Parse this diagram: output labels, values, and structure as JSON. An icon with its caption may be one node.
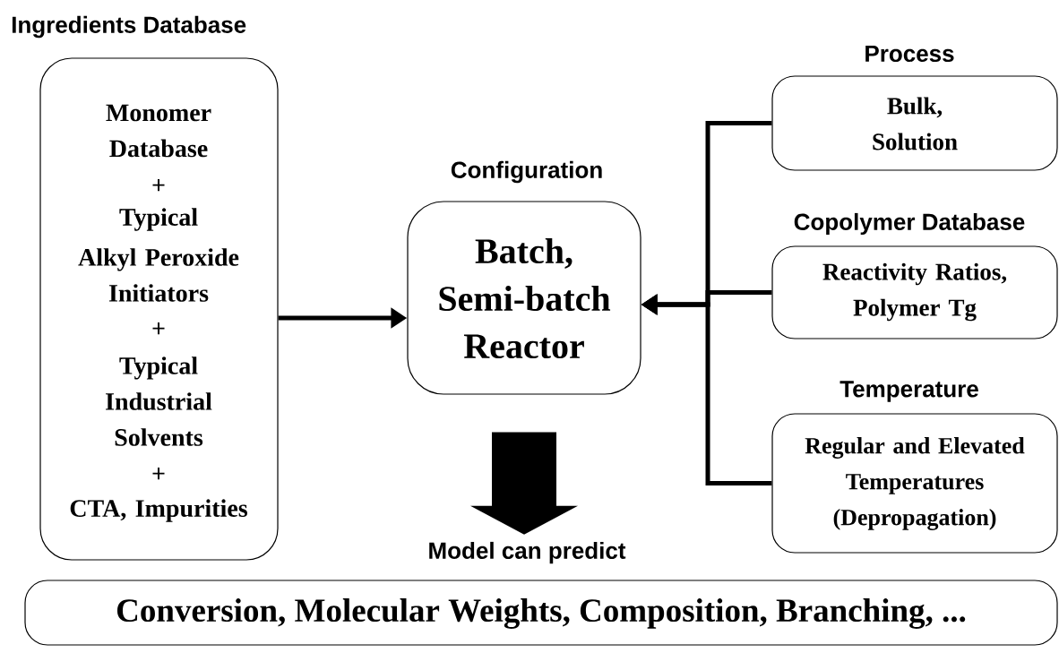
{
  "diagram": {
    "nodes": [
      {
        "text": [
          "Ingredients Database",
          "Monomer Database",
          "+",
          "Typical",
          "Alkyl Peroxide Initiators",
          "+",
          "Typical Industrial Solvents",
          "+",
          "CTA, Impurities"
        ]
      },
      {
        "text": [
          "Configuration",
          "Batch, Semi-batch Reactor"
        ]
      },
      {
        "text": [
          "Process",
          "Bulk, Solution"
        ]
      },
      {
        "text": [
          "Copolymer Database",
          "Reactivity Ratios, Polymer Tg"
        ]
      },
      {
        "text": [
          "Temperature",
          "Regular and Elevated Temperatures (Depropagation)"
        ]
      },
      {
        "text": [
          "Model can predict",
          "Conversion, Molecular Weights, Composition, Branching, ..."
        ]
      }
    ],
    "edges": [
      {
        "from": 0,
        "to": 1,
        "arrow": "to"
      },
      {
        "from": 2,
        "to": 1,
        "arrow": "to"
      },
      {
        "from": 3,
        "to": 1,
        "arrow": "to"
      },
      {
        "from": 4,
        "to": 1,
        "arrow": "to"
      },
      {
        "from": 1,
        "to": 5,
        "arrow": "to",
        "style": "thick"
      }
    ]
  }
}
